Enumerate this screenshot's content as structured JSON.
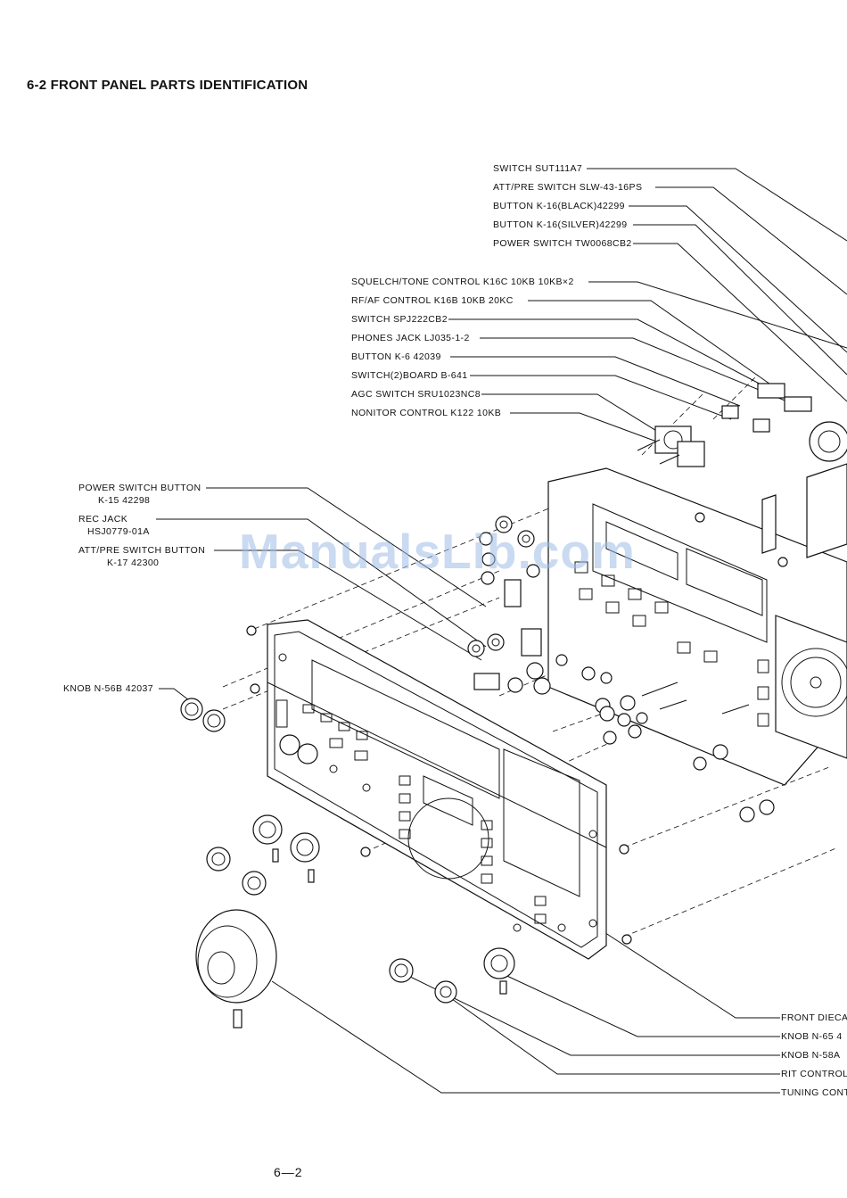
{
  "heading": "6-2 FRONT PANEL PARTS IDENTIFICATION",
  "labels": {
    "switch_sut": "SWITCH SUT111A7",
    "att_pre_switch": "ATT/PRE  SWITCH SLW-43-16PS",
    "button_black": "BUTTON K-16(BLACK)42299",
    "button_silver": "BUTTON K-16(SILVER)42299",
    "power_switch": "POWER SWITCH TW0068CB2",
    "squelch_tone": "SQUELCH/TONE CONTROL K16C 10KB 10KB×2",
    "rf_af": "RF/AF  CONTROL K16B 10KB 20KC",
    "switch_spj": "SWITCH SPJ222CB2",
    "phones_jack": "PHONES JACK LJ035-1-2",
    "button_k6": "BUTTON K-6  42039",
    "switch_board": "SWITCH(2)BOARD B-641",
    "agc_switch": "AGC SWITCH SRU1023NC8",
    "monitor_control": "NONITOR CONTROL K122  10KB",
    "power_switch_button_1": "POWER SWITCH BUTTON",
    "power_switch_button_2": "K-15  42298",
    "rec_jack_1": "REC JACK",
    "rec_jack_2": "HSJ0779-01A",
    "att_pre_button_1": "ATT/PRE  SWITCH BUTTON",
    "att_pre_button_2": "K-17  42300",
    "knob_n56b": "KNOB N-56B 42037",
    "front_diecast": "FRONT DIECA",
    "knob_n65": "KNOB N-65   4",
    "knob_n58a": "KNOB N-58A",
    "rit_control": "RIT CONTROL",
    "tuning_control": "TUNING CONT"
  },
  "watermark": "ManualsLib.com",
  "page_number": "6—2"
}
